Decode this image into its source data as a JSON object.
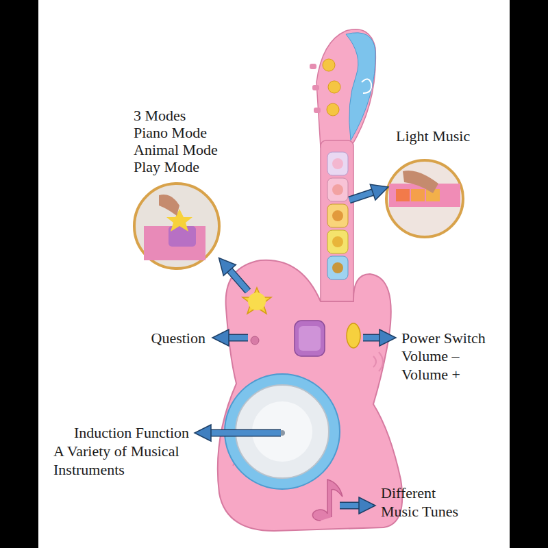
{
  "diagram": {
    "labels": [
      "3 Modes",
      "Piano Mode",
      "Animal Mode",
      "Play Mode",
      "Light Music",
      "Question",
      "Power Switch",
      "Volume –",
      "Volume +",
      "Induction Function",
      "A Variety of Musical",
      "Instruments",
      "Different",
      "Music Tunes"
    ]
  }
}
